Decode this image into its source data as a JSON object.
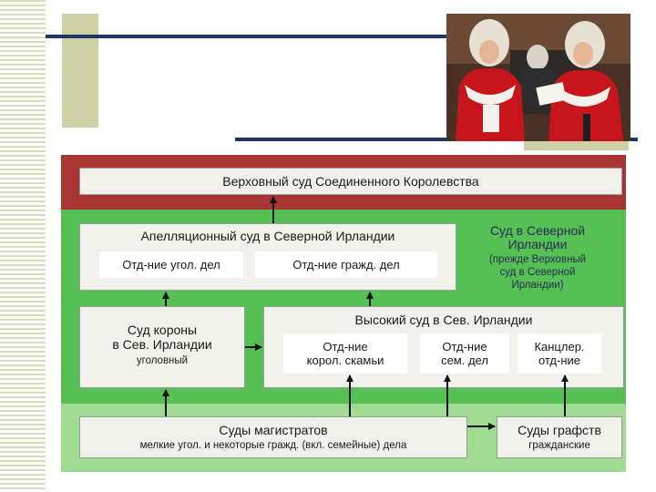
{
  "diagram": {
    "supreme_court": "Верховный суд Соединенного Королевства",
    "appeal_court": {
      "title": "Апелляционный суд в Северной Ирландии",
      "criminal_division": "Отд-ние угол. дел",
      "civil_division": "Отд-ние гражд. дел"
    },
    "ni_court_note": {
      "title_line1": "Суд в Северной",
      "title_line2": "Ирландии",
      "sub_line1": "(прежде Верховный",
      "sub_line2": "суд в Северной",
      "sub_line3": "Ирландии)"
    },
    "crown_court": {
      "line1": "Суд короны",
      "line2": "в Сев. Ирландии",
      "sub": "уголовный"
    },
    "high_court": {
      "title": "Высокий суд в Сев. Ирландии",
      "queens_bench_line1": "Отд-ние",
      "queens_bench_line2": "корол. скамьи",
      "family_line1": "Отд-ние",
      "family_line2": "сем. дел",
      "chancery_line1": "Канцлер.",
      "chancery_line2": "отд-ние"
    },
    "magistrates": {
      "title": "Суды магистратов",
      "sub": "мелкие угол. и некоторые гражд. (вкл. семейные) дела"
    },
    "county_courts": {
      "title": "Суды графств",
      "sub": "гражданские"
    }
  },
  "colors": {
    "band_red": "#a83434",
    "band_green": "#55c155",
    "band_light_green": "#9fdc92",
    "navy": "#1f3364",
    "olive": "#cfd0a6"
  }
}
